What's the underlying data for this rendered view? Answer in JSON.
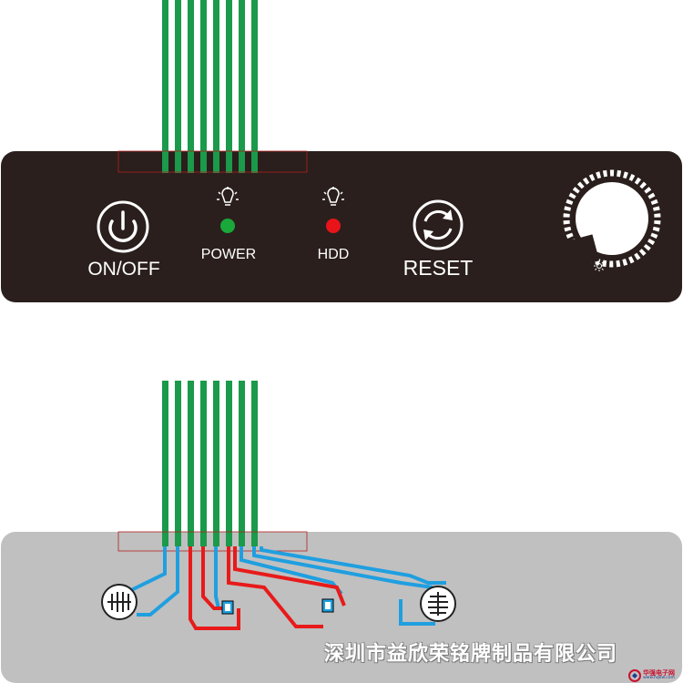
{
  "panel": {
    "on_off_label": "ON/OFF",
    "power_label": "POWER",
    "hdd_label": "HDD",
    "reset_label": "RESET",
    "icons": [
      "power-icon",
      "power-led-icon",
      "hdd-led-icon",
      "reset-icon",
      "brightness-knob"
    ],
    "colors": {
      "panel_bg": "#2a1f1c",
      "trace_green": "#1a9a4a",
      "led_power": "#1aa83a",
      "led_hdd": "#e8141a",
      "circuit_bg": "#c0c0c0",
      "trace_blue": "#1f9fe0",
      "trace_red": "#e81a1a"
    }
  },
  "footer": {
    "company": "深圳市益欣荣铭牌制品有限公司"
  },
  "watermark": {
    "cn": "华强电子网",
    "url": "www.hqew.com"
  }
}
